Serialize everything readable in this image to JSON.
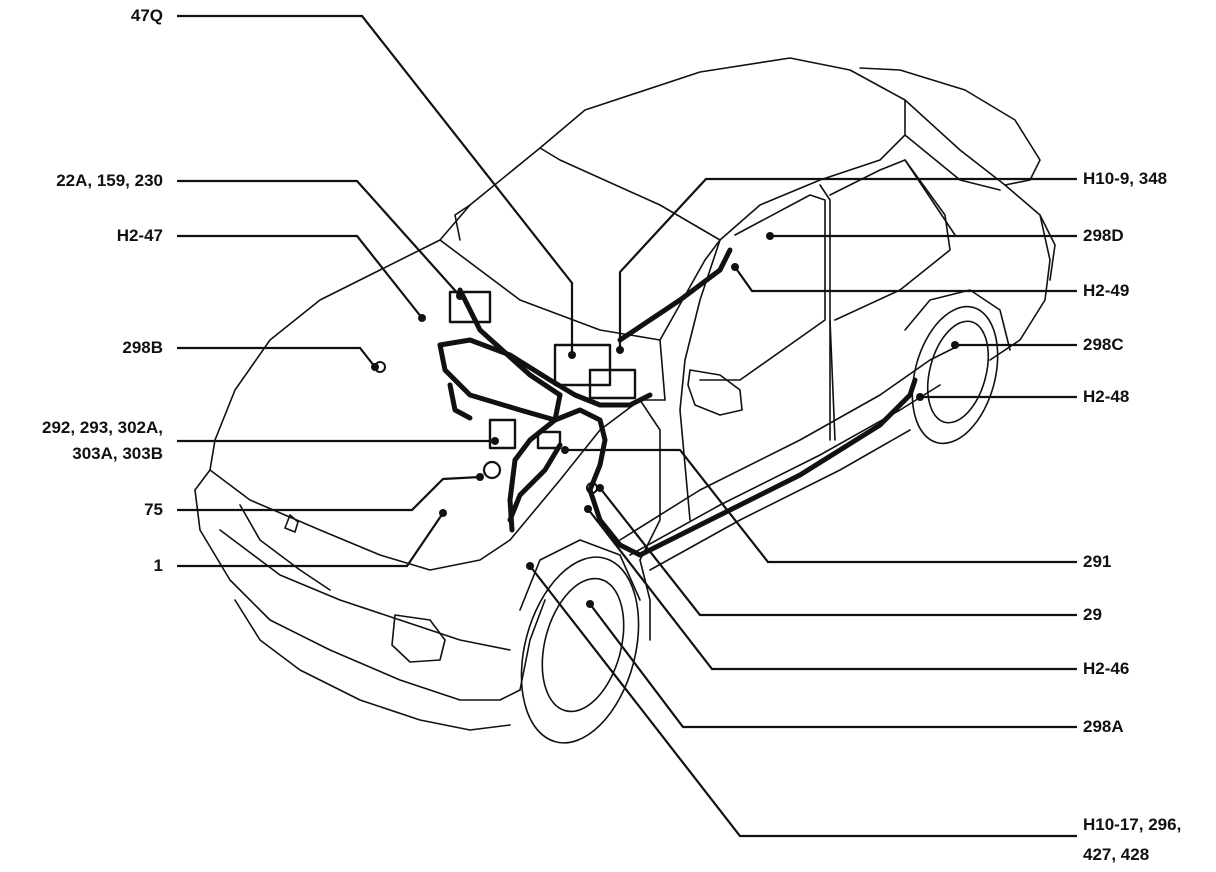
{
  "labels": {
    "l47q": "47Q",
    "l22a": "22A, 159, 230",
    "lh247": "H2-47",
    "l298b": "298B",
    "l292_a": "292, 293, 302A,",
    "l292_b": "303A, 303B",
    "l75": "75",
    "l1": "1",
    "lh109": "H10-9, 348",
    "l298d": "298D",
    "lh249": "H2-49",
    "l298c": "298C",
    "lh248": "H2-48",
    "l291": "291",
    "l29": "29",
    "lh246": "H2-46",
    "l298a": "298A",
    "lh1017_a": "H10-17, 296,",
    "lh1017_b": "427, 428"
  }
}
